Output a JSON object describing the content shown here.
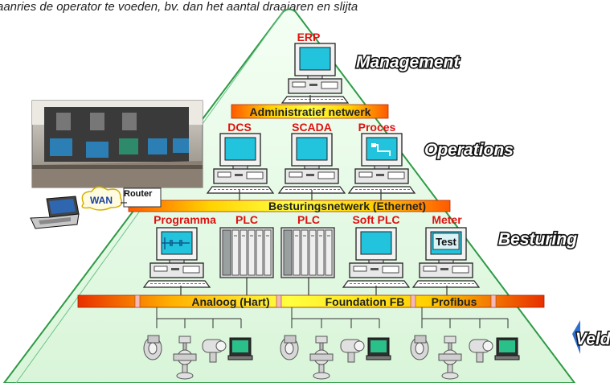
{
  "header_text": "aanries de operator te voeden, bv. dan het aantal draaiaren en slijta",
  "levels": {
    "management": "Management",
    "operations": "Operations",
    "besturing": "Besturing",
    "veld": "Veld"
  },
  "networks": {
    "administratief": "Administratief netwerk",
    "besturing": "Besturingsnetwerk (Ethernet)",
    "analoog": "Analoog (Hart)",
    "foundation": "Foundation FB",
    "profibus": "Profibus"
  },
  "systems": {
    "erp": "ERP",
    "dcs": "DCS",
    "scada": "SCADA",
    "proces": "Proces",
    "programma": "Programma",
    "plc1": "PLC",
    "plc2": "PLC",
    "softplc": "Soft PLC",
    "meter": "Meter",
    "test": "Test"
  },
  "remote": {
    "wan": "WAN",
    "router": "Router"
  },
  "colors": {
    "pyramid": "#e6f8e6",
    "label_red": "#e01010",
    "screen": "#22c3dc",
    "bar_orange": "#ff7a00",
    "bar_yellow": "#ffff33"
  }
}
